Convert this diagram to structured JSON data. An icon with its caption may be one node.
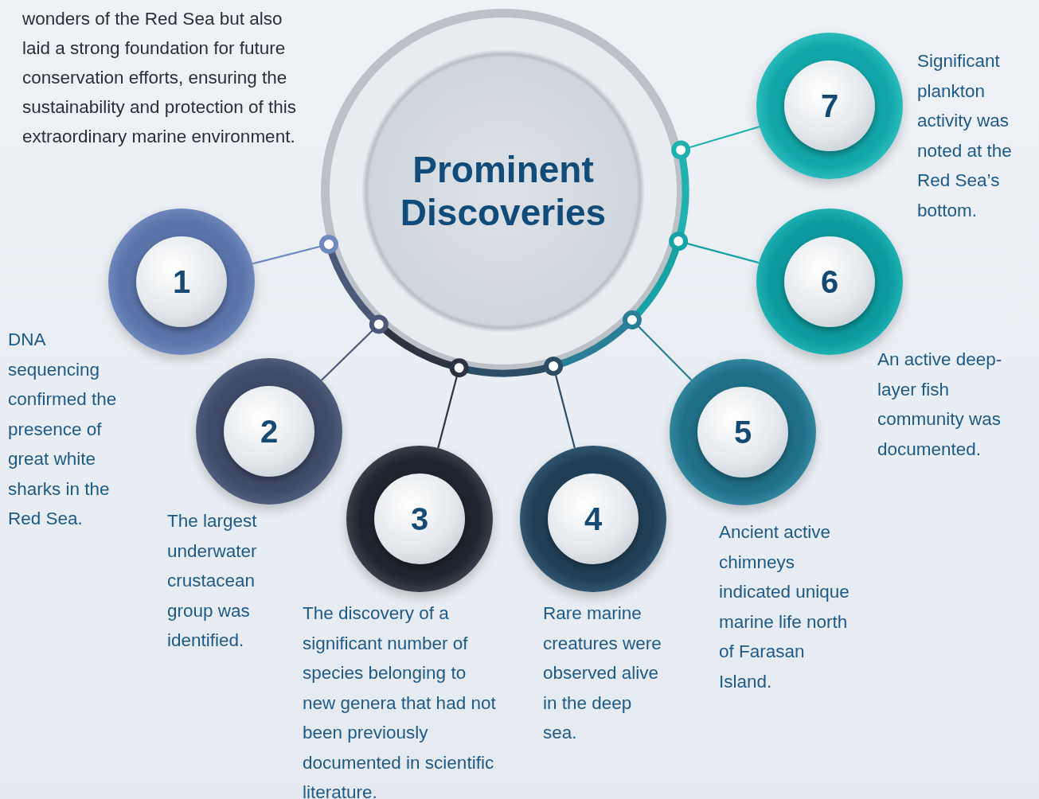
{
  "diagram": {
    "nodes": [
      {
        "text": [
          "Prominent Discoveries"
        ]
      },
      {
        "text": [
          "1"
        ],
        "beside": [
          "DNA sequencing confirmed the presence of great white sharks in the Red Sea."
        ]
      },
      {
        "text": [
          "2"
        ],
        "beside": [
          "The largest underwater crustacean group was identified."
        ]
      },
      {
        "text": [
          "3"
        ],
        "beside": [
          "The discovery of a significant number of species belonging to new genera that had not been previously documented in scientific literature."
        ]
      },
      {
        "text": [
          "4"
        ],
        "beside": [
          "Rare marine creatures were observed alive in the deep sea."
        ]
      },
      {
        "text": [
          "5"
        ],
        "beside": [
          "Ancient active chimneys indicated unique marine life north of Farasan Island."
        ]
      },
      {
        "text": [
          "6"
        ],
        "beside": [
          "An active deep-layer fish community was documented."
        ]
      },
      {
        "text": [
          "7"
        ],
        "beside": [
          "Significant plankton activity was noted at the Red Sea’s bottom."
        ]
      }
    ],
    "edges": [
      {
        "from": 0,
        "to": 1,
        "arrow": "other",
        "color": "#6f88bd"
      },
      {
        "from": 0,
        "to": 2,
        "arrow": "other",
        "color": "#4b5878"
      },
      {
        "from": 0,
        "to": 3,
        "arrow": "other",
        "color": "#2c3442"
      },
      {
        "from": 0,
        "to": 4,
        "arrow": "other",
        "color": "#2b4d66"
      },
      {
        "from": 0,
        "to": 5,
        "arrow": "other",
        "color": "#2a7e96"
      },
      {
        "from": 0,
        "to": 6,
        "arrow": "other",
        "color": "#17a3a6"
      },
      {
        "from": 0,
        "to": 7,
        "arrow": "other",
        "color": "#1fb0b0"
      }
    ],
    "labels": [
      "wonders of the Red Sea but also laid a strong foundation for future conservation efforts, ensuring the sustainability and protection of this extraordinary marine environment."
    ]
  }
}
